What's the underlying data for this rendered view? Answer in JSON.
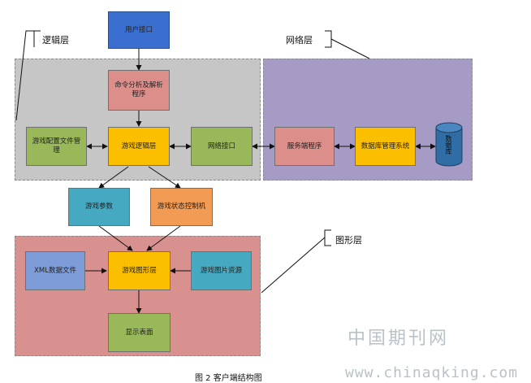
{
  "layers": {
    "logic": "逻辑层",
    "network": "网络层",
    "graphics": "图形层"
  },
  "nodes": {
    "user_interface": "用户接口",
    "command_parser": "命令分析及解析程序",
    "game_config_mgmt": "游戏配置文件管理",
    "game_logic": "游戏逻辑层",
    "network_interface": "网络接口",
    "server_program": "服务端程序",
    "db_mgmt_system": "数据库管理系统",
    "database": "数据库",
    "game_params": "游戏参数",
    "game_state_ctrl": "游戏状态控制机",
    "xml_data_file": "XML数据文件",
    "game_graphics": "游戏图形层",
    "game_image_resources": "游戏图片资源",
    "display_surface": "显示表面"
  },
  "colors": {
    "blue": "#3a6fd0",
    "pink": "#db8e8a",
    "green": "#99b85a",
    "orange": "#fbbf00",
    "teal": "#45a9c2",
    "salmon": "#f19b55",
    "lightblue": "#7d9cd8",
    "logic_bg": "#c6c6c6",
    "network_bg": "#a69bc4",
    "graphics_bg": "#d8918f",
    "db": "#2f6da4"
  },
  "watermark": {
    "cn": "中国期刊网",
    "url": "www.chinaqking.com"
  },
  "caption": "图 2 客户端结构图"
}
